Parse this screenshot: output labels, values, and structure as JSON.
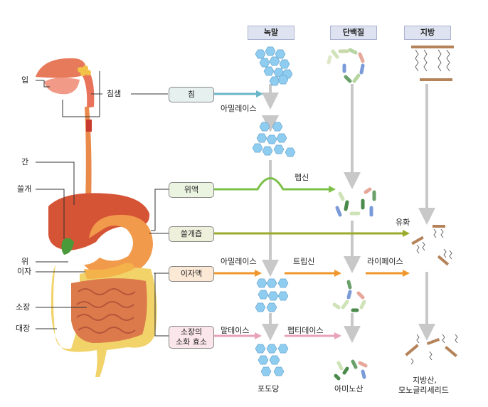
{
  "headers": {
    "carb": "녹말",
    "protein": "단백질",
    "fat": "지방"
  },
  "organs": {
    "mouth": "입",
    "liver": "간",
    "gallbladder": "쓸개",
    "stomach": "위",
    "pancreas": "이자",
    "small_intestine": "소장",
    "large_intestine": "대장"
  },
  "secretions": {
    "saliva": "침샘",
    "saliva_box": "침",
    "gastric": "위액",
    "bile": "쓸개즙",
    "pancreatic": "이자액",
    "intestinal_line1": "소장의",
    "intestinal_line2": "소화 효소"
  },
  "enzymes": {
    "amylase_saliva": "아밀레이스",
    "pepsin": "펩신",
    "emulsify": "유화",
    "amylase_pancreas": "아밀레이스",
    "trypsin": "트립신",
    "lipase": "라이페이스",
    "maltase": "말테이스",
    "peptidase": "펩티데이스"
  },
  "products": {
    "glucose": "포도당",
    "amino_acid": "아미노산",
    "fat_line1": "지방산,",
    "fat_line2": "모노글리세리드"
  },
  "colors": {
    "saliva": "#6bb6c8",
    "gastric": "#7cc04a",
    "bile": "#9aaa2a",
    "pancreatic": "#f0962a",
    "intestinal": "#e8a3b8",
    "hexagon": "#8fcdf0",
    "arrow_gray": "#c8c8c8"
  }
}
